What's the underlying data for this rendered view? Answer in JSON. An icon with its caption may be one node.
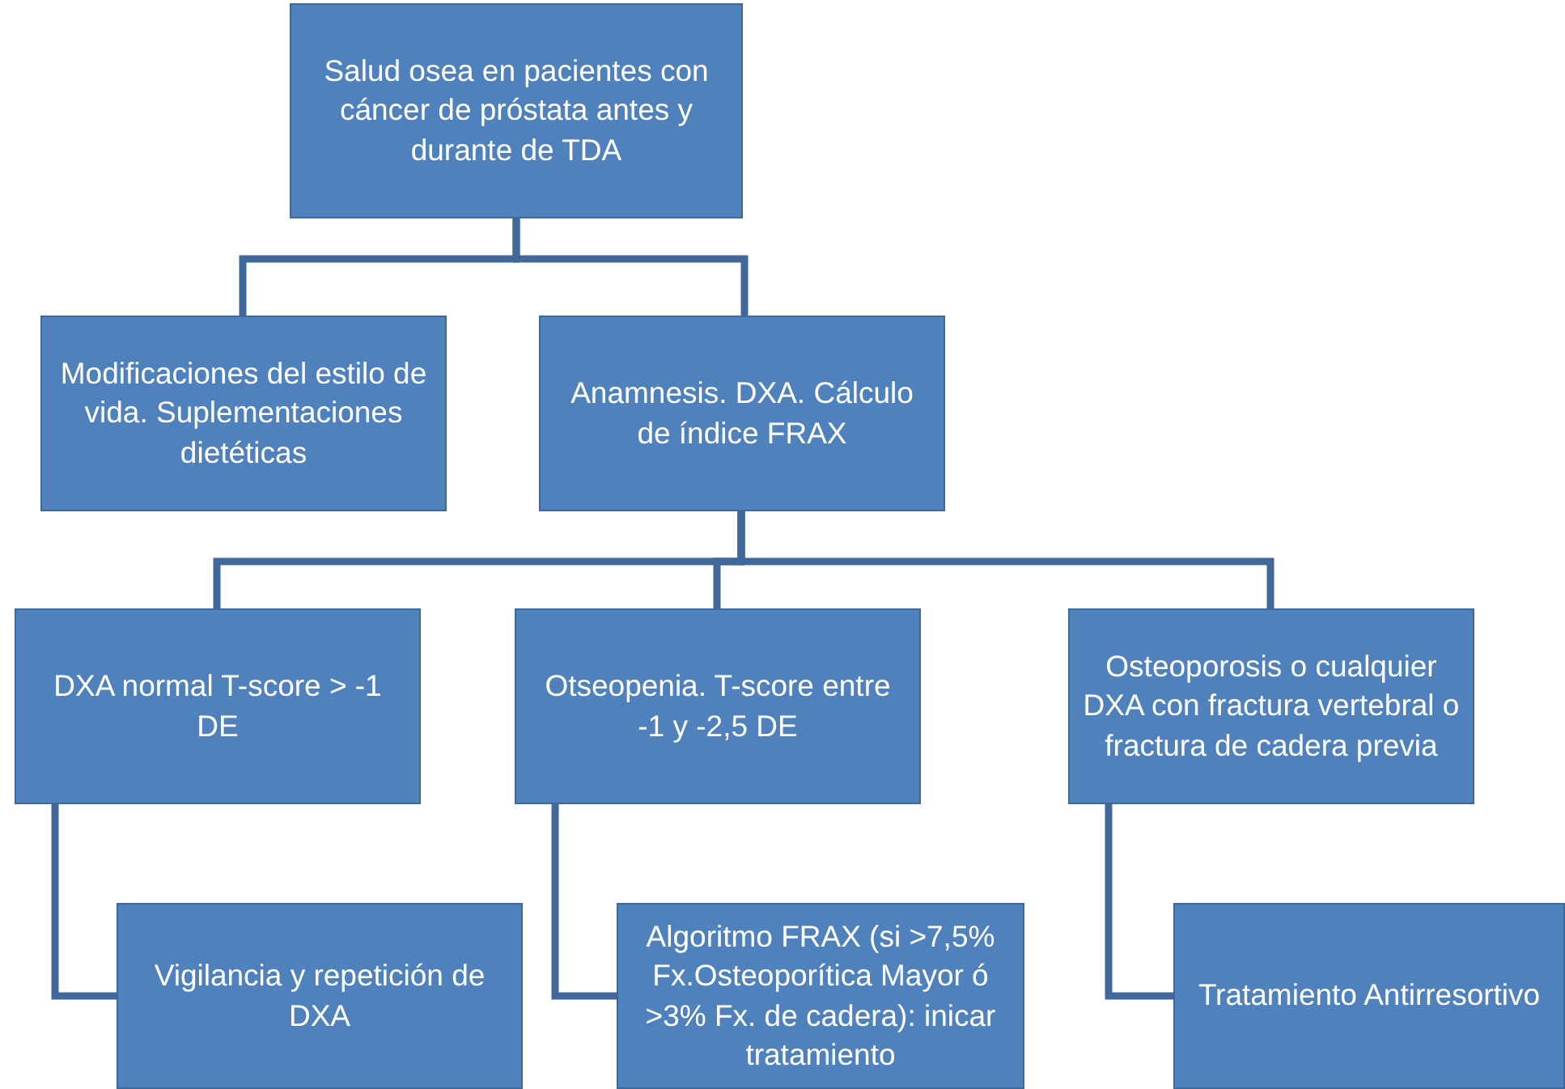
{
  "diagram": {
    "nodes": [
      {
        "text": [
          "Salud osea en pacientes con cáncer de próstata antes y durante de TDA"
        ]
      },
      {
        "text": [
          "Modificaciones del estilo de vida. Suplementaciones dietéticas"
        ]
      },
      {
        "text": [
          "Anamnesis. DXA. Cálculo de índice FRAX"
        ]
      },
      {
        "text": [
          "DXA normal T-score > -1 DE"
        ]
      },
      {
        "text": [
          "Otseopenia. T-score entre -1 y -2,5 DE"
        ]
      },
      {
        "text": [
          "Osteoporosis o cualquier DXA con fractura vertebral o fractura de cadera previa"
        ]
      },
      {
        "text": [
          "Vigilancia y repetición de DXA"
        ]
      },
      {
        "text": [
          "Algoritmo FRAX (si >7,5% Fx.Osteoporítica Mayor ó >3% Fx. de cadera): inicar tratamiento"
        ]
      },
      {
        "text": [
          "Tratamiento Antirresortivo"
        ]
      }
    ],
    "edges": [
      {
        "from": 0,
        "to": 1,
        "arrow": "none"
      },
      {
        "from": 0,
        "to": 2,
        "arrow": "none"
      },
      {
        "from": 2,
        "to": 3,
        "arrow": "none"
      },
      {
        "from": 2,
        "to": 4,
        "arrow": "none"
      },
      {
        "from": 2,
        "to": 5,
        "arrow": "none"
      },
      {
        "from": 3,
        "to": 6,
        "arrow": "none"
      },
      {
        "from": 4,
        "to": 7,
        "arrow": "none"
      },
      {
        "from": 5,
        "to": 8,
        "arrow": "none"
      }
    ]
  }
}
